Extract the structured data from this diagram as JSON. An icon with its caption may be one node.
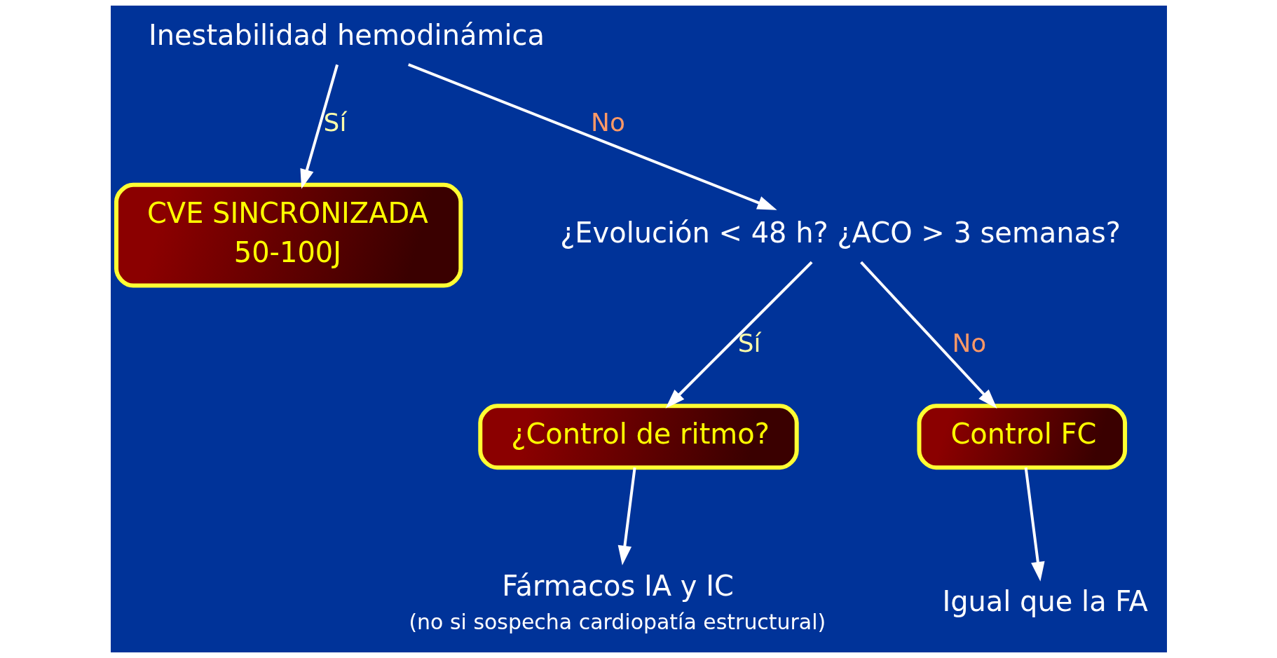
{
  "diagram": {
    "nodes": [
      {
        "text": [
          "Inestabilidad hemodinámica"
        ]
      },
      {
        "text": [
          "CVE SINCRONIZADA",
          "50-100J"
        ]
      },
      {
        "text": [
          "¿Evolución < 48 h? ¿ACO > 3 semanas?"
        ]
      },
      {
        "text": [
          "¿Control de ritmo?"
        ]
      },
      {
        "text": [
          "Control FC"
        ]
      },
      {
        "text": [
          "Fármacos IA y IC"
        ],
        "beside": [
          "(no si sospecha cardiopatía estructural)"
        ]
      },
      {
        "text": [
          "Igual que la FA"
        ]
      }
    ],
    "edges": [
      {
        "from": 0,
        "to": 1,
        "arrow": "to",
        "label": "Sí"
      },
      {
        "from": 0,
        "to": 2,
        "arrow": "to",
        "label": "No"
      },
      {
        "from": 2,
        "to": 3,
        "arrow": "to",
        "label": "Sí"
      },
      {
        "from": 2,
        "to": 4,
        "arrow": "to",
        "label": "No"
      },
      {
        "from": 3,
        "to": 5,
        "arrow": "to"
      },
      {
        "from": 4,
        "to": 6,
        "arrow": "to"
      }
    ]
  }
}
